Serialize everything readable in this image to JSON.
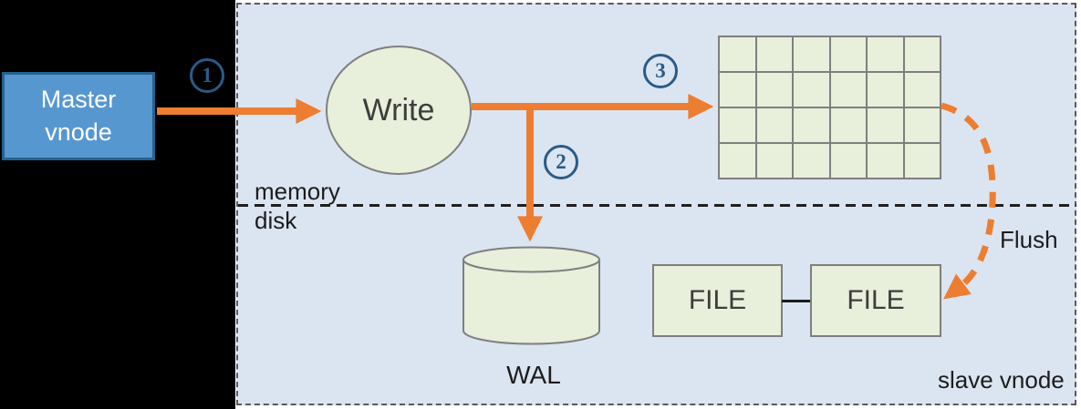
{
  "master_node": {
    "label": "Master vnode"
  },
  "write_node": {
    "label": "Write"
  },
  "steps": [
    {
      "label": "1"
    },
    {
      "label": "2"
    },
    {
      "label": "3"
    }
  ],
  "memtable": {
    "rows": 4,
    "cols": 6
  },
  "regions": {
    "memory_label": "memory",
    "disk_label": "disk"
  },
  "wal": {
    "label": "WAL"
  },
  "flush": {
    "label": "Flush"
  },
  "files": [
    {
      "label": "FILE"
    },
    {
      "label": "FILE"
    }
  ],
  "slave_panel": {
    "label": "slave vnode"
  },
  "colors": {
    "backdrop": "#000000",
    "panel_bg": "#dbe5f1",
    "panel_border": "#5a5a5a",
    "green_fill": "#e8efdb",
    "green_stroke": "#7f7f7f",
    "master_fill": "#5697d0",
    "master_border": "#25638f",
    "arrow_orange": "#ed7d31",
    "step_blue": "#295b88",
    "text_dark": "#3d3d3d",
    "text_black": "#1c1c1c"
  }
}
